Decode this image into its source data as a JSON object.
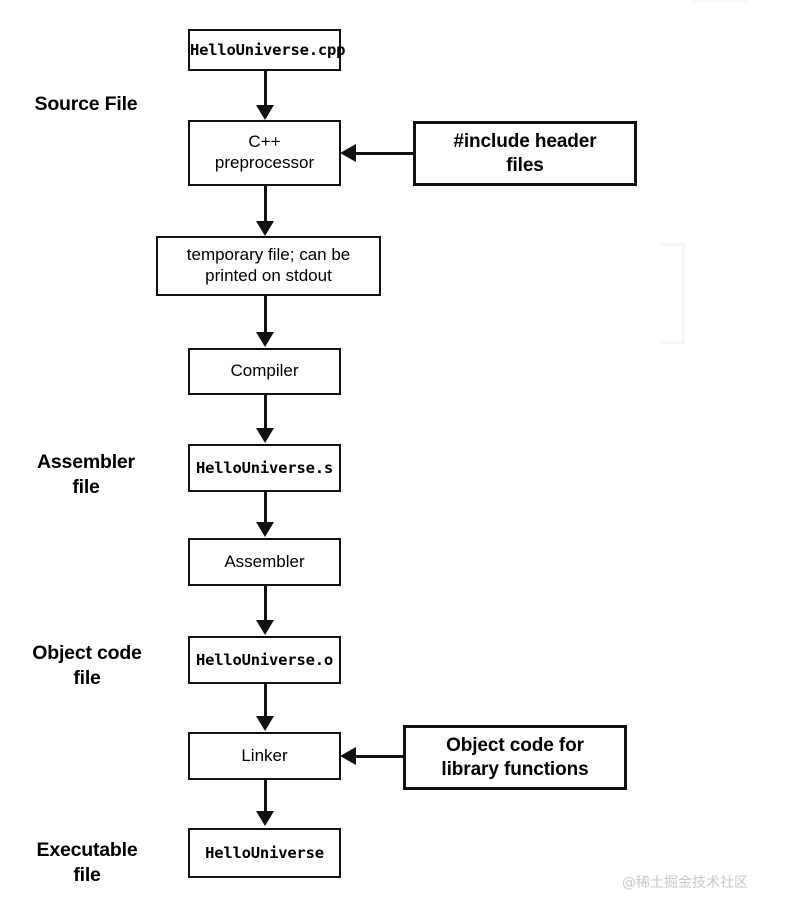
{
  "diagram": {
    "title": "C++ compilation pipeline",
    "stage_labels": [
      {
        "id": "source-file",
        "text": "Source File"
      },
      {
        "id": "assembler-file",
        "text": "Assembler\nfile"
      },
      {
        "id": "object-code-file",
        "text": "Object code\nfile"
      },
      {
        "id": "executable-file",
        "text": "Executable\nfile"
      }
    ],
    "nodes": [
      {
        "id": "hellouniverse-cpp",
        "text": "HelloUniverse.cpp",
        "style": "mono"
      },
      {
        "id": "cpp-preprocessor",
        "text": "C++\npreprocessor",
        "style": "sans"
      },
      {
        "id": "temporary-file",
        "text": "temporary file; can be\nprinted on stdout",
        "style": "sans"
      },
      {
        "id": "compiler",
        "text": "Compiler",
        "style": "sans"
      },
      {
        "id": "hellouniverse-s",
        "text": "HelloUniverse.s",
        "style": "mono"
      },
      {
        "id": "assembler",
        "text": "Assembler",
        "style": "sans"
      },
      {
        "id": "hellouniverse-o",
        "text": "HelloUniverse.o",
        "style": "mono"
      },
      {
        "id": "linker",
        "text": "Linker",
        "style": "sans"
      },
      {
        "id": "hellouniverse-exe",
        "text": "HelloUniverse",
        "style": "mono"
      },
      {
        "id": "include-header-files",
        "text": "#include header\nfiles",
        "style": "strong"
      },
      {
        "id": "object-code-library",
        "text": "Object code for\nlibrary functions",
        "style": "strong"
      }
    ],
    "edges": [
      {
        "from": "hellouniverse-cpp",
        "to": "cpp-preprocessor",
        "direction": "down"
      },
      {
        "from": "cpp-preprocessor",
        "to": "temporary-file",
        "direction": "down"
      },
      {
        "from": "temporary-file",
        "to": "compiler",
        "direction": "down"
      },
      {
        "from": "compiler",
        "to": "hellouniverse-s",
        "direction": "down"
      },
      {
        "from": "hellouniverse-s",
        "to": "assembler",
        "direction": "down"
      },
      {
        "from": "assembler",
        "to": "hellouniverse-o",
        "direction": "down"
      },
      {
        "from": "hellouniverse-o",
        "to": "linker",
        "direction": "down"
      },
      {
        "from": "linker",
        "to": "hellouniverse-exe",
        "direction": "down"
      },
      {
        "from": "include-header-files",
        "to": "cpp-preprocessor",
        "direction": "left"
      },
      {
        "from": "object-code-library",
        "to": "linker",
        "direction": "left"
      }
    ],
    "colors": {
      "stroke": "#111111",
      "background": "#ffffff",
      "text": "#000000",
      "watermark": "#c9c9c9"
    }
  },
  "watermark": {
    "text": "@稀土掘金技术社区"
  }
}
